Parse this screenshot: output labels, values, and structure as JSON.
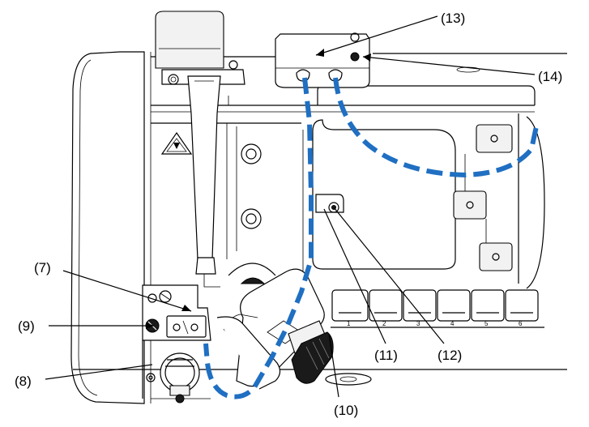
{
  "callouts": [
    {
      "id": "7",
      "label": "(7)"
    },
    {
      "id": "8",
      "label": "(8)"
    },
    {
      "id": "9",
      "label": "(9)"
    },
    {
      "id": "10",
      "label": "(10)"
    },
    {
      "id": "11",
      "label": "(11)"
    },
    {
      "id": "12",
      "label": "(12)"
    },
    {
      "id": "13",
      "label": "(13)"
    },
    {
      "id": "14",
      "label": "(14)"
    }
  ],
  "dial_markings": [
    "1",
    "2",
    "3",
    "4",
    "5",
    "6"
  ],
  "colors": {
    "cable_route": "#1f6fc2",
    "line_art": "#000000",
    "background": "#ffffff"
  },
  "icons": [
    "warning-triangle-icon"
  ]
}
